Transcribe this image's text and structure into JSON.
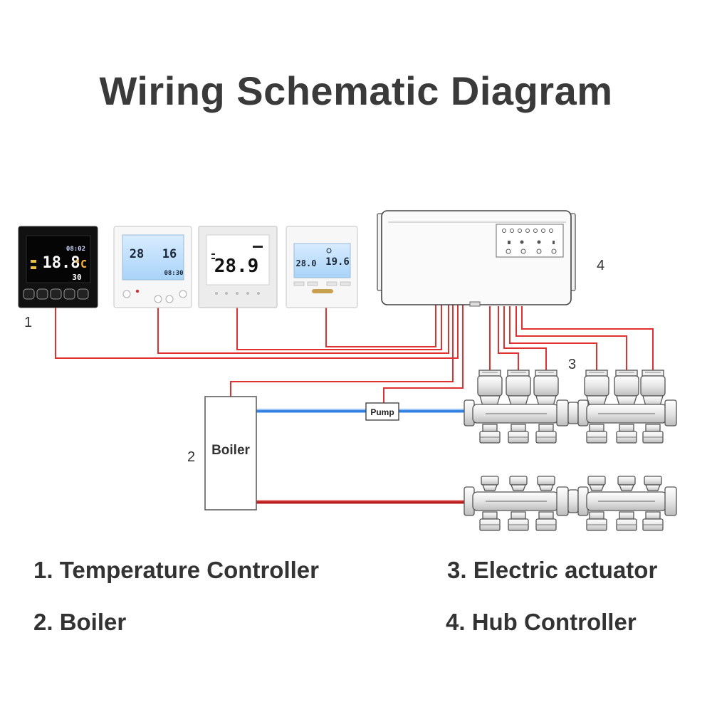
{
  "title": "Wiring Schematic Diagram",
  "markers": {
    "controller": "1",
    "boiler": "2",
    "actuator": "3",
    "hub": "4"
  },
  "boiler_label": "Boiler",
  "pump_label": "Pump",
  "thermostats": [
    {
      "main": "18.8",
      "unit": "°C",
      "sub": "30",
      "top": "08:02"
    },
    {
      "left": "28",
      "right": "16",
      "bottom": "08:30"
    },
    {
      "main": "28.9"
    },
    {
      "left": "28.0",
      "right": "19.6"
    }
  ],
  "legend": {
    "item1": "1. Temperature Controller",
    "item2": "2. Boiler",
    "item3": "3. Electric actuator",
    "item4": "4. Hub Controller"
  },
  "colors": {
    "wire": "#e03030",
    "supply": "#2f7fe0",
    "return": "#c02020"
  }
}
